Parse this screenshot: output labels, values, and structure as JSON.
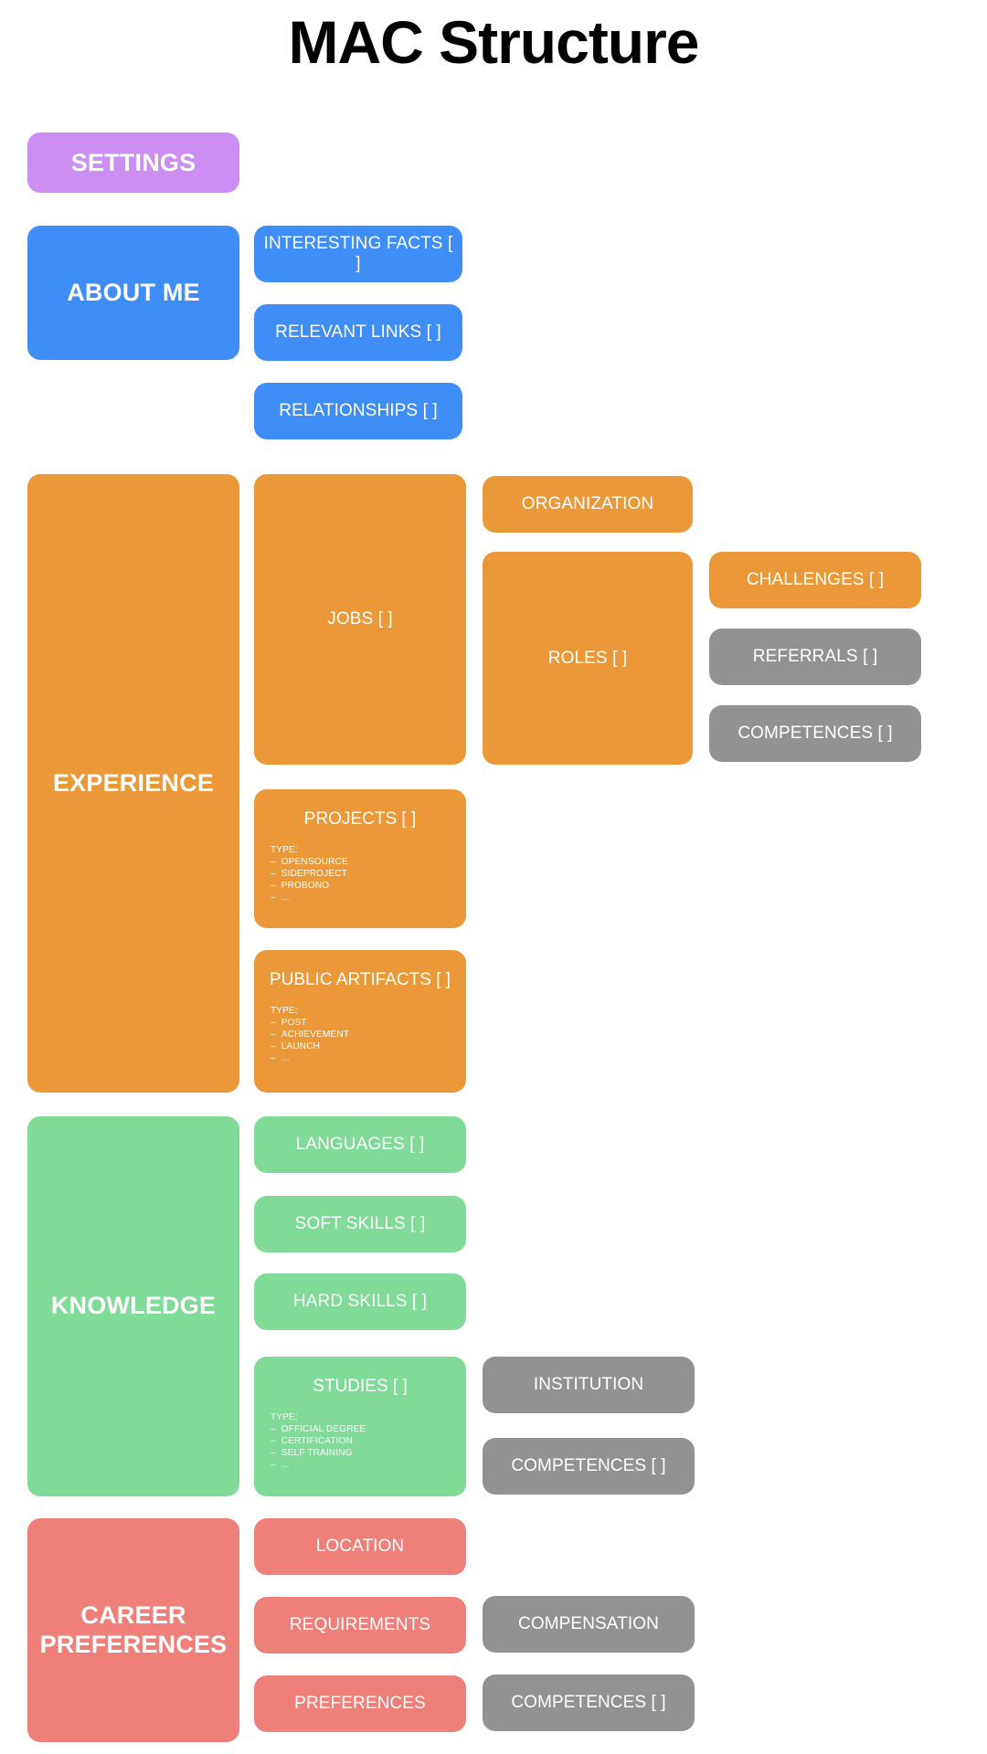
{
  "page": {
    "title": "MAC Structure",
    "background": "#ffffff"
  },
  "colors": {
    "purple": "#cc8ef2",
    "blue": "#3f8ef7",
    "orange": "#eb9938",
    "green": "#7fdb95",
    "red": "#ef8079",
    "gray": "#929292",
    "title_text": "#000000",
    "card_text": "#ffffff"
  },
  "sections": {
    "settings": {
      "label": "SETTINGS"
    },
    "about_me": {
      "label": "ABOUT ME",
      "items": [
        {
          "label": "INTERESTING FACTS [ ]"
        },
        {
          "label": "RELEVANT LINKS [ ]"
        },
        {
          "label": "RELATIONSHIPS [ ]"
        }
      ]
    },
    "experience": {
      "label": "EXPERIENCE",
      "jobs": {
        "label": "JOBS [ ]"
      },
      "organization": {
        "label": "ORGANIZATION"
      },
      "roles": {
        "label": "ROLES [ ]"
      },
      "challenges": {
        "label": "CHALLENGES [ ]"
      },
      "referrals": {
        "label": "REFERRALS [ ]"
      },
      "competences": {
        "label": "COMPETENCES [ ]"
      },
      "projects": {
        "label": "PROJECTS [ ]",
        "type_title": "TYPE:",
        "types": [
          "OPENSOURCE",
          "SIDEPROJECT",
          "PROBONO",
          "..."
        ]
      },
      "public_artifacts": {
        "label": "PUBLIC ARTIFACTS [ ]",
        "type_title": "TYPE:",
        "types": [
          "POST",
          "ACHIEVEMENT",
          "LAUNCH",
          "..."
        ]
      }
    },
    "knowledge": {
      "label": "KNOWLEDGE",
      "languages": {
        "label": "LANGUAGES [ ]"
      },
      "soft_skills": {
        "label": "SOFT SKILLS [ ]"
      },
      "hard_skills": {
        "label": "HARD SKILLS [ ]"
      },
      "studies": {
        "label": "STUDIES [ ]",
        "type_title": "TYPE:",
        "types": [
          "OFFICIAL DEGREE",
          "CERTIFICATION",
          "SELF TRAINING",
          "..."
        ]
      },
      "institution": {
        "label": "INSTITUTION"
      },
      "competences": {
        "label": "COMPETENCES [ ]"
      }
    },
    "career_preferences": {
      "label": "CAREER\nPREFERENCES",
      "label_line1": "CAREER",
      "label_line2": "PREFERENCES",
      "location": {
        "label": "LOCATION"
      },
      "requirements": {
        "label": "REQUIREMENTS"
      },
      "preferences": {
        "label": "PREFERENCES"
      },
      "compensation": {
        "label": "COMPENSATION"
      },
      "competences": {
        "label": "COMPETENCES [ ]"
      }
    }
  }
}
